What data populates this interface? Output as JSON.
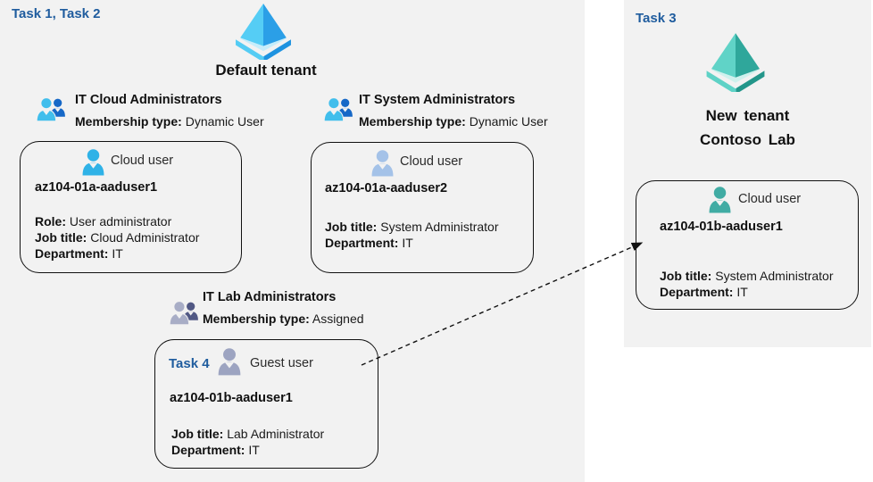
{
  "colors": {
    "panel_bg": "#f2f2f2",
    "task_text": "#1f5c9e",
    "azure_blue_light": "#55cdf5",
    "azure_blue_dark": "#2b9fe7",
    "azure_teal_light": "#60d3c7",
    "azure_teal_dark": "#2fa79b",
    "group_front_blue": "#41beec",
    "group_back_blue": "#1668c7",
    "group_front_gray": "#a8adc6",
    "group_back_gray": "#515884",
    "user_cyan": "#2fb2e7",
    "user_steel": "#a4c2e8",
    "user_guest_gray": "#9da4c1",
    "user_teal": "#41aca4"
  },
  "left_panel": {
    "task_label": "Task 1, Task 2",
    "tenant_icon": "azure-ad-tenant-blue-icon",
    "tenant_title": "Default tenant",
    "groups": {
      "cloud": {
        "icon": "group-users-blue-icon",
        "title": "IT Cloud Administrators",
        "membership_label": "Membership type:",
        "membership_value": " Dynamic User"
      },
      "system": {
        "icon": "group-users-blue-icon",
        "title": "IT System Administrators",
        "membership_label": "Membership type:",
        "membership_value": " Dynamic User"
      },
      "lab": {
        "icon": "group-users-gray-icon",
        "title": "IT Lab Administrators",
        "membership_label": "Membership type:",
        "membership_value": " Assigned"
      }
    },
    "cards": {
      "user1": {
        "icon": "cloud-user-cyan-icon",
        "user_type": "Cloud user",
        "username": "az104-01a-aaduser1",
        "role_label": "Role:",
        "role_value": " User administrator",
        "job_label": "Job title:",
        "job_value": " Cloud Administrator",
        "dept_label": "Department:",
        "dept_value": " IT"
      },
      "user2": {
        "icon": "cloud-user-steel-icon",
        "user_type": "Cloud user",
        "username": "az104-01a-aaduser2",
        "job_label": "Job title:",
        "job_value": " System Administrator",
        "dept_label": "Department:",
        "dept_value": " IT"
      },
      "guest": {
        "task_label": "Task 4",
        "icon": "guest-user-gray-icon",
        "user_type": "Guest user",
        "username": "az104-01b-aaduser1",
        "job_label": "Job title:",
        "job_value": " Lab Administrator",
        "dept_label": "Department:",
        "dept_value": " IT"
      }
    }
  },
  "right_panel": {
    "task_label": "Task 3",
    "tenant_icon": "azure-ad-tenant-teal-icon",
    "tenant_title_line1": "New tenant",
    "tenant_title_line2": "Contoso Lab",
    "card": {
      "icon": "cloud-user-teal-icon",
      "user_type": "Cloud user",
      "username": "az104-01b-aaduser1",
      "job_label": "Job title:",
      "job_value": " System Administrator",
      "dept_label": "Department:",
      "dept_value": " IT"
    }
  },
  "arrow": {
    "style": "dashed",
    "from": "guest-user-card",
    "to": "new-tenant-user-card"
  }
}
